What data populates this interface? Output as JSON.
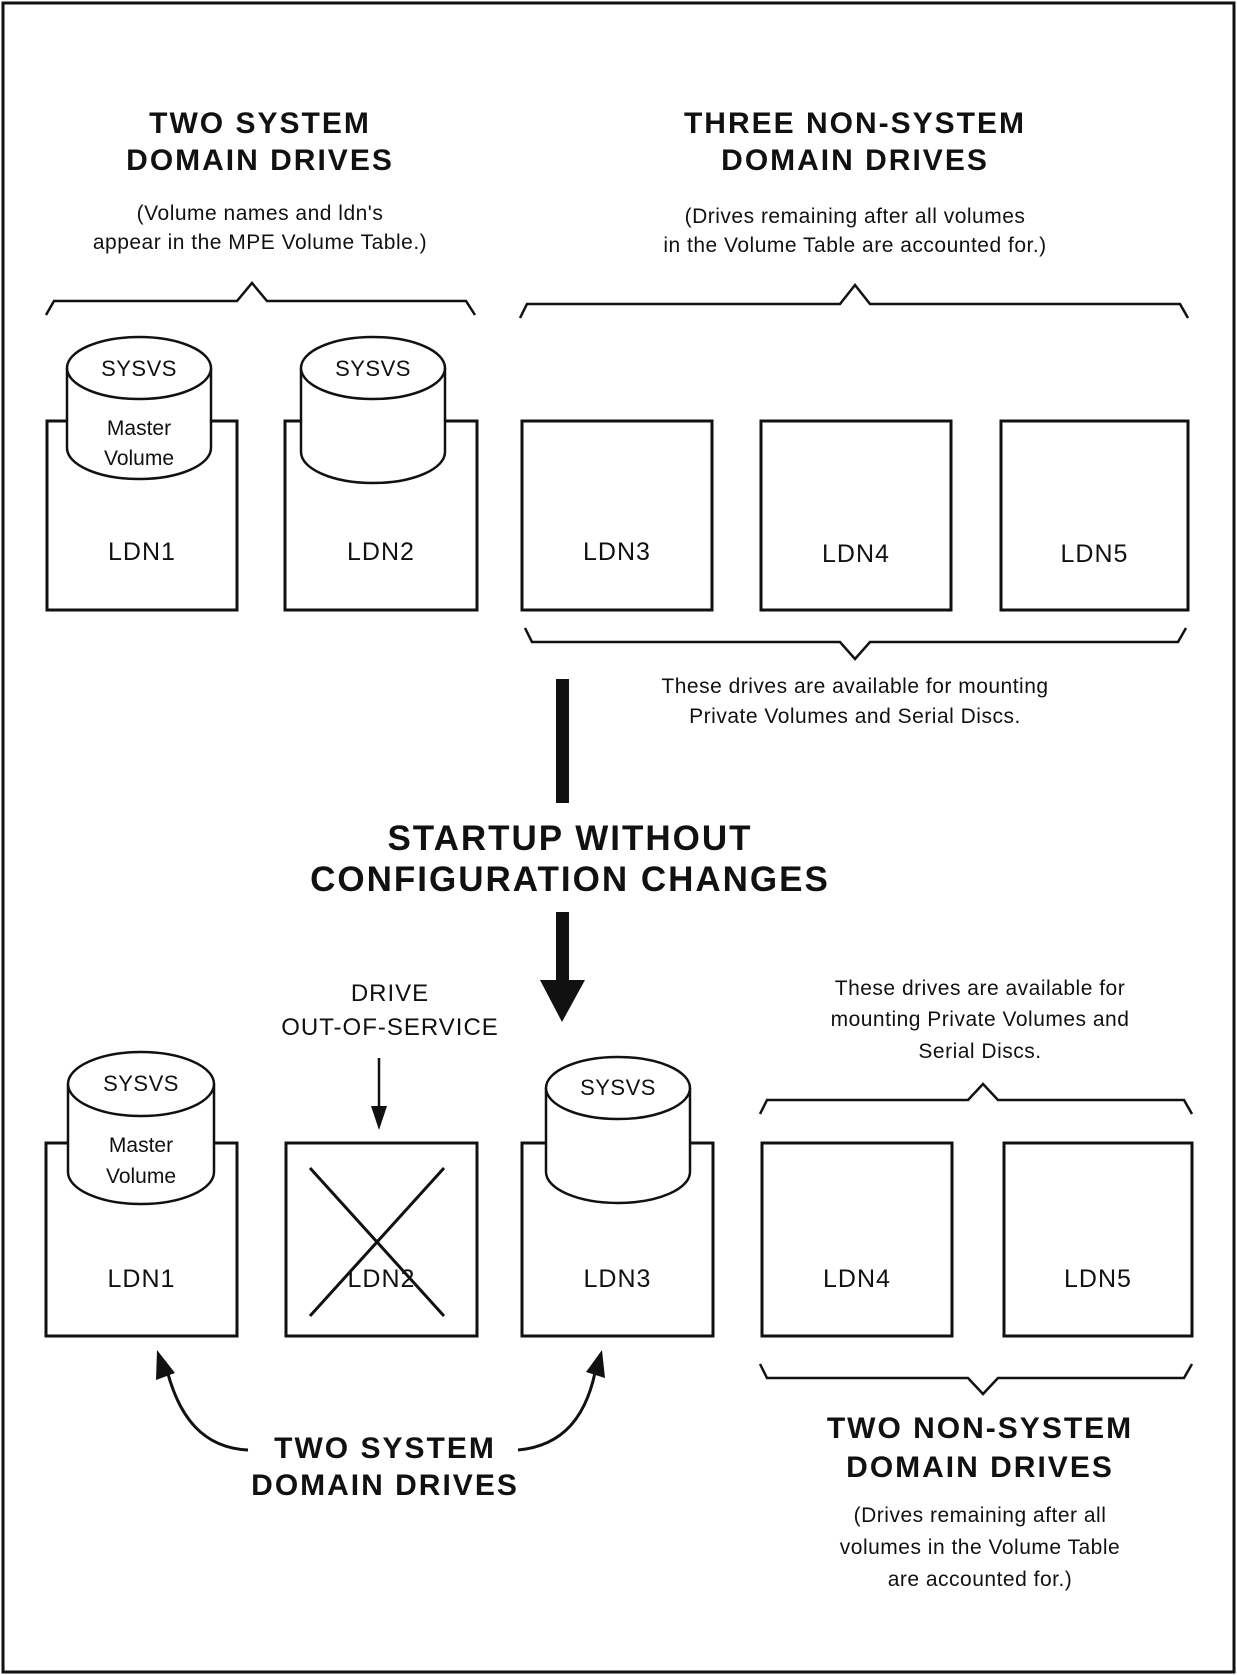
{
  "top": {
    "system_group": {
      "title_line1": "TWO SYSTEM",
      "title_line2": "DOMAIN DRIVES",
      "note_line1": "(Volume names and ldn's",
      "note_line2": "appear in the MPE Volume Table.)"
    },
    "nonsystem_group": {
      "title_line1": "THREE NON-SYSTEM",
      "title_line2": "DOMAIN DRIVES",
      "note_line1": "(Drives remaining after all volumes",
      "note_line2": "in the Volume Table are accounted for.)"
    },
    "drives": [
      {
        "label": "LDN1",
        "cylinder": "SYSVS",
        "volume_line1": "Master",
        "volume_line2": "Volume"
      },
      {
        "label": "LDN2",
        "cylinder": "SYSVS"
      },
      {
        "label": "LDN3"
      },
      {
        "label": "LDN4"
      },
      {
        "label": "LDN5"
      }
    ],
    "available_note_line1": "These drives are available for mounting",
    "available_note_line2": "Private Volumes and Serial Discs."
  },
  "transition": {
    "line1": "STARTUP WITHOUT",
    "line2": "CONFIGURATION CHANGES"
  },
  "bottom": {
    "out_of_service_line1": "DRIVE",
    "out_of_service_line2": "OUT-OF-SERVICE",
    "drives": [
      {
        "label": "LDN1",
        "cylinder": "SYSVS",
        "volume_line1": "Master",
        "volume_line2": "Volume"
      },
      {
        "label": "LDN2"
      },
      {
        "label": "LDN3",
        "cylinder": "SYSVS"
      },
      {
        "label": "LDN4"
      },
      {
        "label": "LDN5"
      }
    ],
    "available_note_line1": "These drives are available for",
    "available_note_line2": "mounting Private Volumes and",
    "available_note_line3": "Serial Discs.",
    "system_group": {
      "title_line1": "TWO SYSTEM",
      "title_line2": "DOMAIN DRIVES"
    },
    "nonsystem_group": {
      "title_line1": "TWO NON-SYSTEM",
      "title_line2": "DOMAIN DRIVES",
      "note_line1": "(Drives remaining after all",
      "note_line2": "volumes in the Volume Table",
      "note_line3": "are accounted for.)"
    }
  }
}
